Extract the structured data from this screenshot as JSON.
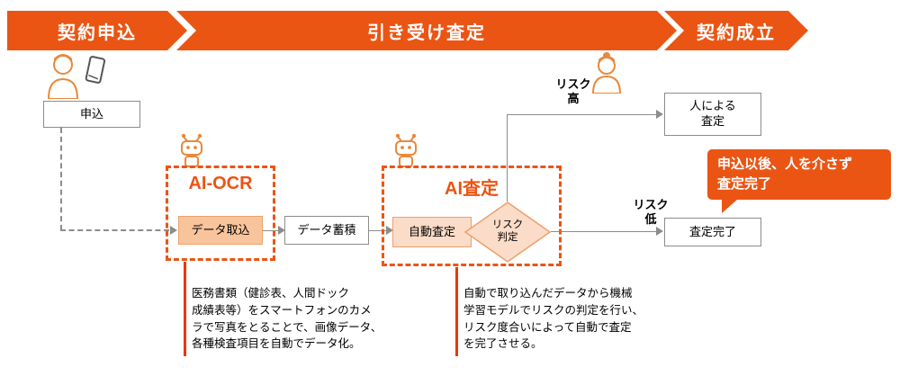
{
  "banners": {
    "step1": "契約申込",
    "step2": "引き受け査定",
    "step3": "契約成立"
  },
  "flow": {
    "application": "申込",
    "ai_ocr": {
      "title": "AI-OCR",
      "data_import": "データ取込"
    },
    "data_accumulation": "データ蓄積",
    "ai_assessment": {
      "title": "AI査定",
      "auto_assessment": "自動査定",
      "risk_judgment": "リスク\n判定"
    },
    "risk_high": "リスク\n高",
    "risk_low": "リスク\n低",
    "human_assessment": "人による\n査定",
    "assessment_complete": "査定完了"
  },
  "callout": {
    "text": "申込以後、人を介さず\n査定完了"
  },
  "notes": {
    "ocr": "医務書類（健診表、人間ドック\n成績表等）をスマートフォンのカメ\nラで写真をとることで、画像データ、\n各種検査項目を自動でデータ化。",
    "assessment": "自動で取り込んだデータから機械\n学習モデルでリスクの判定を行い、\nリスク度合いによって自動で査定\nを完了させる。"
  },
  "colors": {
    "accent": "#ea5514",
    "box_border": "#8c8c8c",
    "import_fill": "#f8c49c",
    "light_fill": "#fbdcc8",
    "note_line": "#e8380d",
    "icon_orange": "#e8893b"
  }
}
